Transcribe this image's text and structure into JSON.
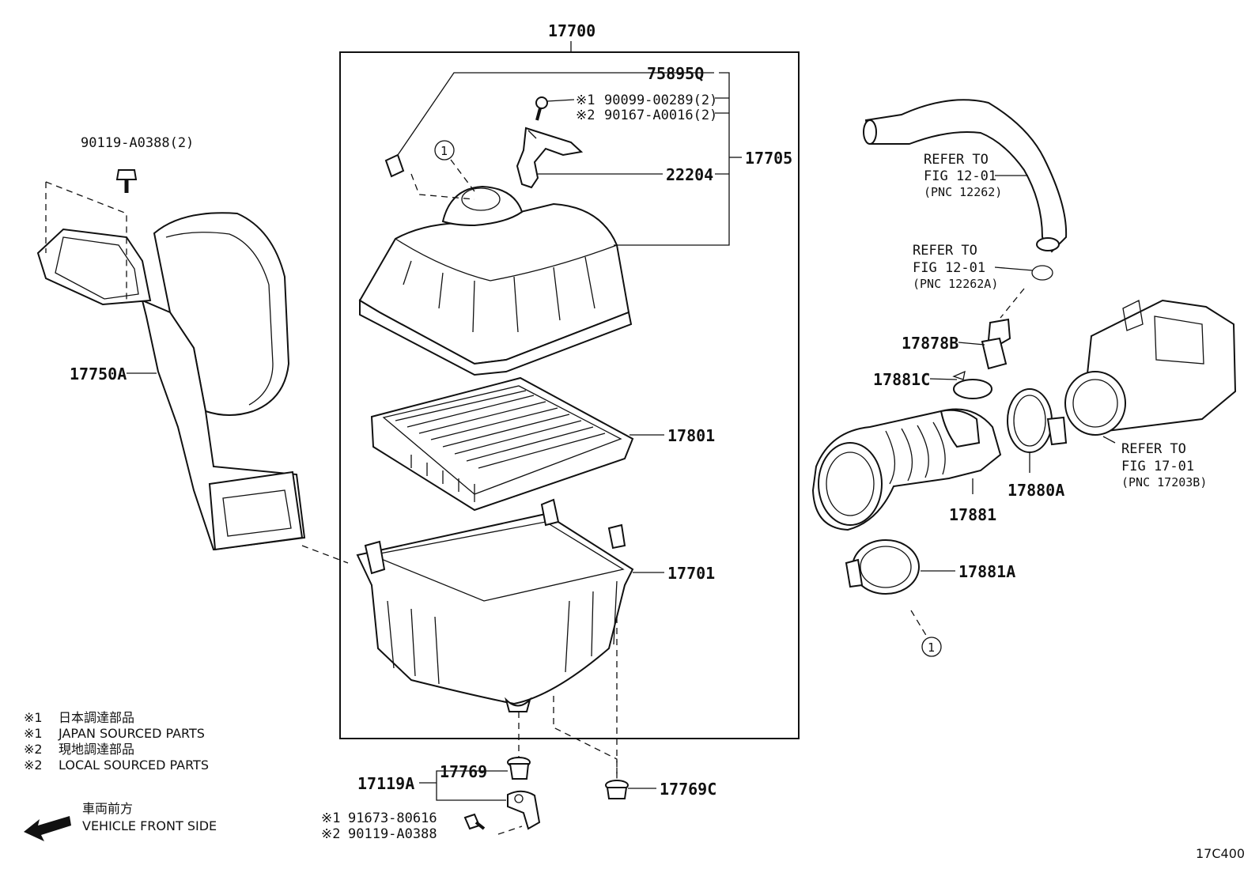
{
  "assembly": {
    "label": "17700"
  },
  "callouts": {
    "p75895Q": "75895Q",
    "p90099_note": "※1",
    "p90099": "90099-00289(2)",
    "p90167_note": "※2",
    "p90167": "90167-A0016(2)",
    "p17705": "17705",
    "p22204": "22204",
    "p17801": "17801",
    "p17701": "17701",
    "p90119top": "90119-A0388(2)",
    "p17750A": "17750A",
    "p17769": "17769",
    "p17119A": "17119A",
    "p91673_note": "※1",
    "p91673": "91673-80616",
    "p90119bot_note": "※2",
    "p90119bot": "90119-A0388",
    "p17769C": "17769C",
    "p17878B": "17878B",
    "p17881C": "17881C",
    "p17881": "17881",
    "p17880A": "17880A",
    "p17881A": "17881A",
    "circle1": "1"
  },
  "references": [
    {
      "line1": "REFER TO",
      "line2": "FIG 12-01",
      "line3": "(PNC 12262)"
    },
    {
      "line1": "REFER TO",
      "line2": "FIG 12-01",
      "line3": "(PNC 12262A)"
    },
    {
      "line1": "REFER TO",
      "line2": "FIG 17-01",
      "line3": "(PNC 17203B)"
    }
  ],
  "legend": [
    {
      "mark": "※1",
      "text": "日本調達部品"
    },
    {
      "mark": "※1",
      "text": "JAPAN SOURCED PARTS"
    },
    {
      "mark": "※2",
      "text": "現地調達部品"
    },
    {
      "mark": "※2",
      "text": "LOCAL SOURCED PARTS"
    }
  ],
  "direction": {
    "line1": "車両前方",
    "line2": "VEHICLE FRONT SIDE",
    "icon": "arrow-left-icon"
  },
  "figure_code": "17C400"
}
